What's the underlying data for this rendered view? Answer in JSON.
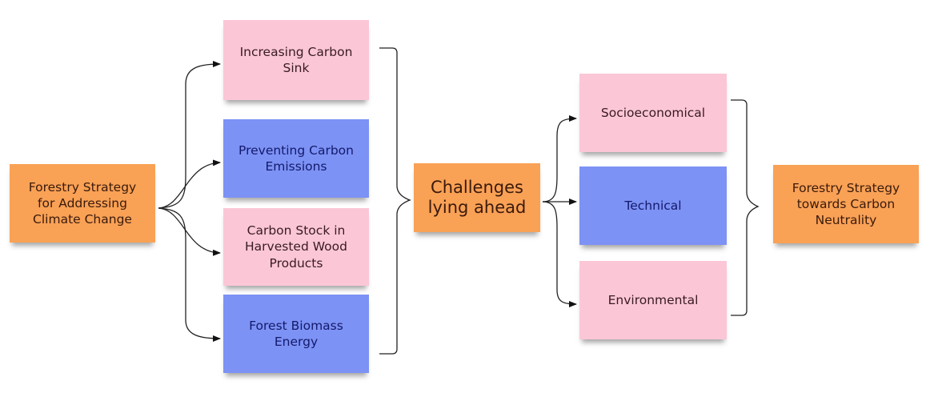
{
  "diagram": {
    "source": {
      "label": "Forestry Strategy\nfor Addressing\nClimate Change",
      "color": "#f9a155"
    },
    "strategies": [
      {
        "label": "Increasing Carbon\nSink",
        "color": "#fbc7d7"
      },
      {
        "label": "Preventing Carbon\nEmissions",
        "color": "#7d92f5"
      },
      {
        "label": "Carbon Stock in\nHarvested Wood\nProducts",
        "color": "#fbc7d7"
      },
      {
        "label": "Forest Biomass\nEnergy",
        "color": "#7d92f5"
      }
    ],
    "hub": {
      "label": "Challenges\nlying ahead",
      "color": "#f9a155"
    },
    "challenges": [
      {
        "label": "Socioeconomical",
        "color": "#fbc7d7"
      },
      {
        "label": "Technical",
        "color": "#7d92f5"
      },
      {
        "label": "Environmental",
        "color": "#fbc7d7"
      }
    ],
    "target": {
      "label": "Forestry Strategy\ntowards Carbon\nNeutrality",
      "color": "#f9a155"
    }
  }
}
